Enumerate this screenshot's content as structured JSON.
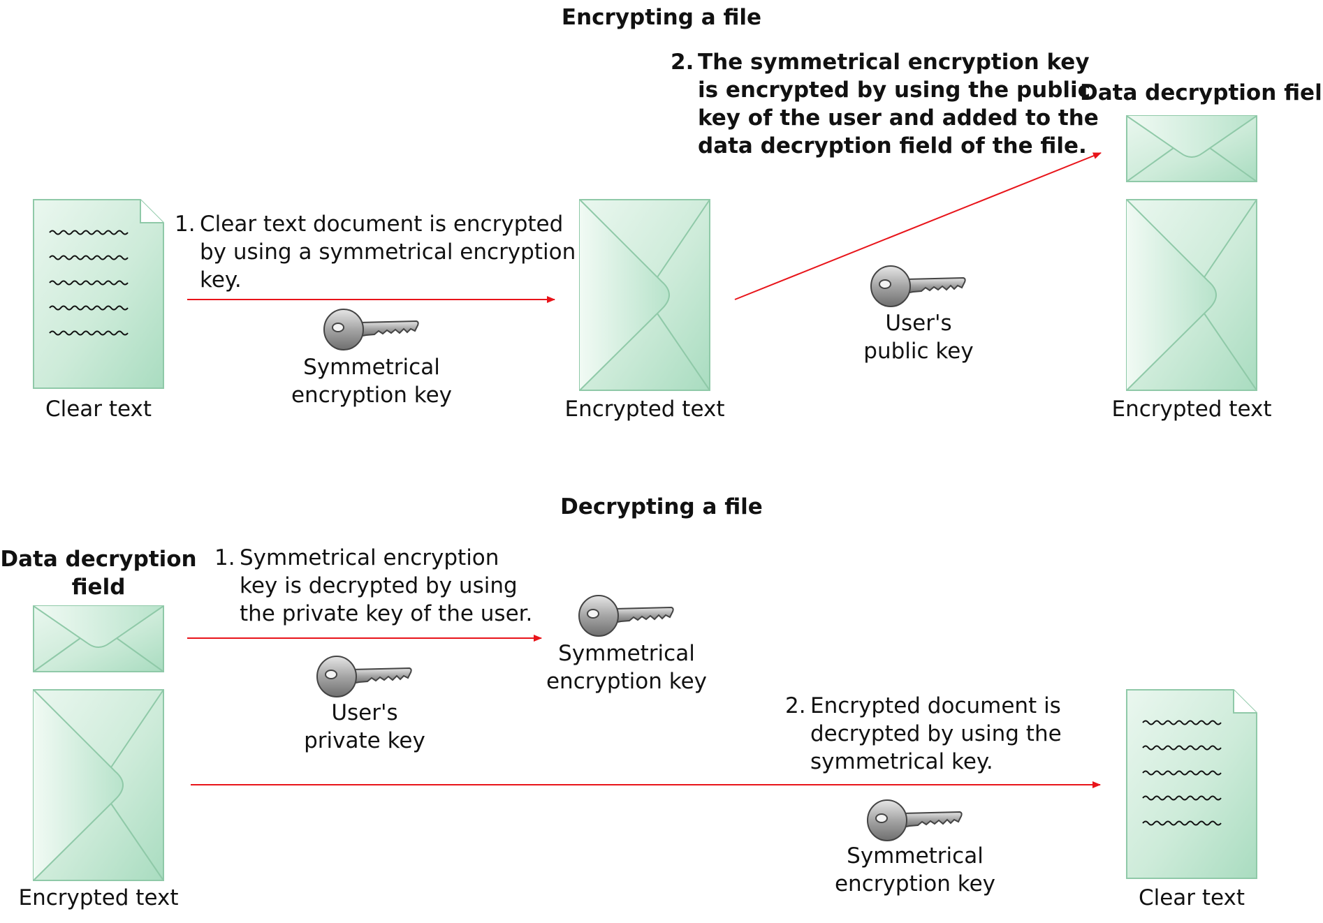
{
  "encrypt": {
    "title": "Encrypting a file",
    "step1": {
      "num": "1.",
      "lines": [
        "Clear text document is encrypted",
        "by using a symmetrical encryption",
        "key."
      ]
    },
    "step2": {
      "num": "2.",
      "lines": [
        "The symmetrical encryption key",
        "is encrypted by using the public",
        "key of the user and added to the",
        "data decryption field of the file."
      ]
    },
    "clear_text_label": "Clear text",
    "sym_key_label": [
      "Symmetrical",
      "encryption key"
    ],
    "encrypted_text_label": "Encrypted text",
    "public_key_label": [
      "User's",
      "public key"
    ],
    "ddf_label": "Data decryption field",
    "encrypted_text_label_right": "Encrypted text"
  },
  "decrypt": {
    "title": "Decrypting a file",
    "ddf_label": [
      "Data decryption",
      "field"
    ],
    "step1": {
      "num": "1.",
      "lines": [
        "Symmetrical encryption",
        "key is decrypted by using",
        "the private key of the user."
      ]
    },
    "step2": {
      "num": "2.",
      "lines": [
        "Encrypted document is",
        "decrypted by using the",
        "symmetrical key."
      ]
    },
    "sym_key_label": [
      "Symmetrical",
      "encryption key"
    ],
    "private_key_label": [
      "User's",
      "private key"
    ],
    "sym_key_label_2": [
      "Symmetrical",
      "encryption key"
    ],
    "encrypted_text_label": "Encrypted text",
    "clear_text_label": "Clear text"
  },
  "colors": {
    "arrow": "#e8141a",
    "paper_fill": "#c6ead6",
    "paper_stroke": "#8fc9a8",
    "key_fill": "#9b9b9b"
  },
  "icons": [
    "document-icon",
    "envelope-icon",
    "key-icon"
  ]
}
